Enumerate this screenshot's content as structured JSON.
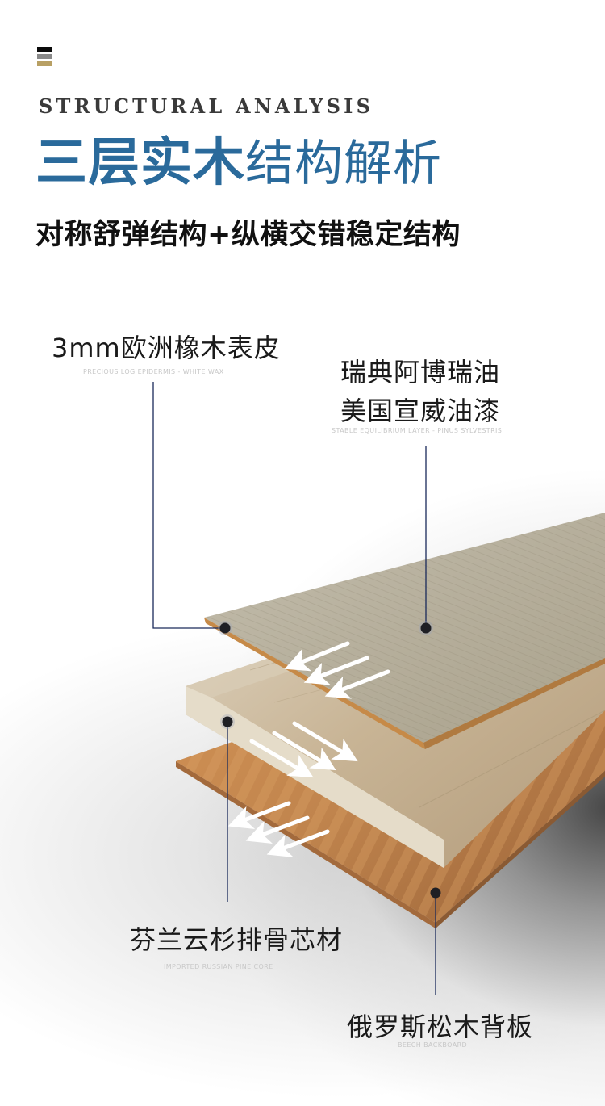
{
  "header": {
    "color_bars": [
      "#0a0a0a",
      "#8a8a8a",
      "#b8a064"
    ],
    "english_title": "STRUCTURAL ANALYSIS",
    "chinese_title_bold": "三层实木",
    "chinese_title_light": "结构解析",
    "subtitle": "对称舒弹结构+纵横交错稳定结构",
    "title_color": "#2a6a9b"
  },
  "callouts": [
    {
      "id": "top-veneer",
      "label": "3mm欧洲橡木表皮",
      "caption": "PRECIOUS LOG EPIDERMIS - WHITE WAX"
    },
    {
      "id": "finish",
      "label_line1": "瑞典阿博瑞油",
      "label_line2": "美国宣威油漆",
      "caption": "STABLE EQUILIBRIUM LAYER - PINUS SYLVESTRIS"
    },
    {
      "id": "core",
      "label": "芬兰云杉排骨芯材",
      "caption": "IMPORTED RUSSIAN PINE CORE"
    },
    {
      "id": "backboard",
      "label": "俄罗斯松木背板",
      "caption": "BEECH BACKBOARD"
    }
  ],
  "colors": {
    "leader_line": "#1a2a5a",
    "marker_dot": "#1e1f24",
    "top_layer": "#b9b29f",
    "top_edge": "#c68a48",
    "core_layer": "#c9b69a",
    "back_layer": "#c68650"
  }
}
